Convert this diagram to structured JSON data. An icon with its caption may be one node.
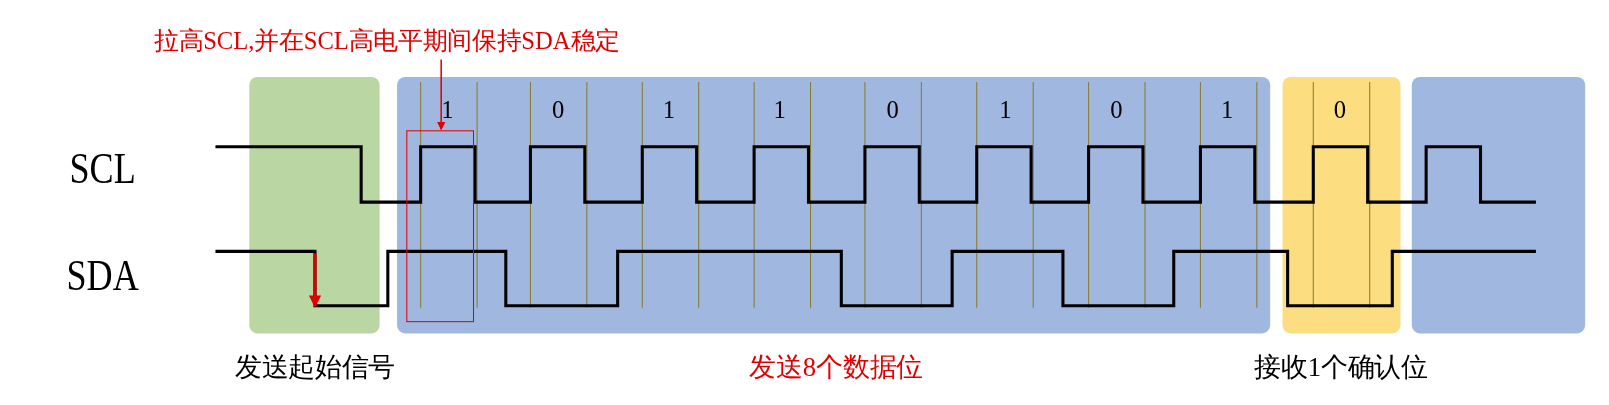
{
  "diagram": {
    "nodes": [
      {
        "text": [
          "拉高SCL,并在SCL高电平期间保持SDA稳定"
        ]
      },
      {
        "text": [],
        "shape": "box"
      }
    ],
    "edges": [
      {
        "from": 0,
        "to": 1,
        "arrow": "to"
      }
    ],
    "labels": [
      "1",
      "0",
      "1",
      "1",
      "0",
      "1",
      "0",
      "1",
      "0",
      "SCL",
      "SDA",
      "发送起始信号",
      "发送8个数据位",
      "接收1个确认位"
    ]
  }
}
